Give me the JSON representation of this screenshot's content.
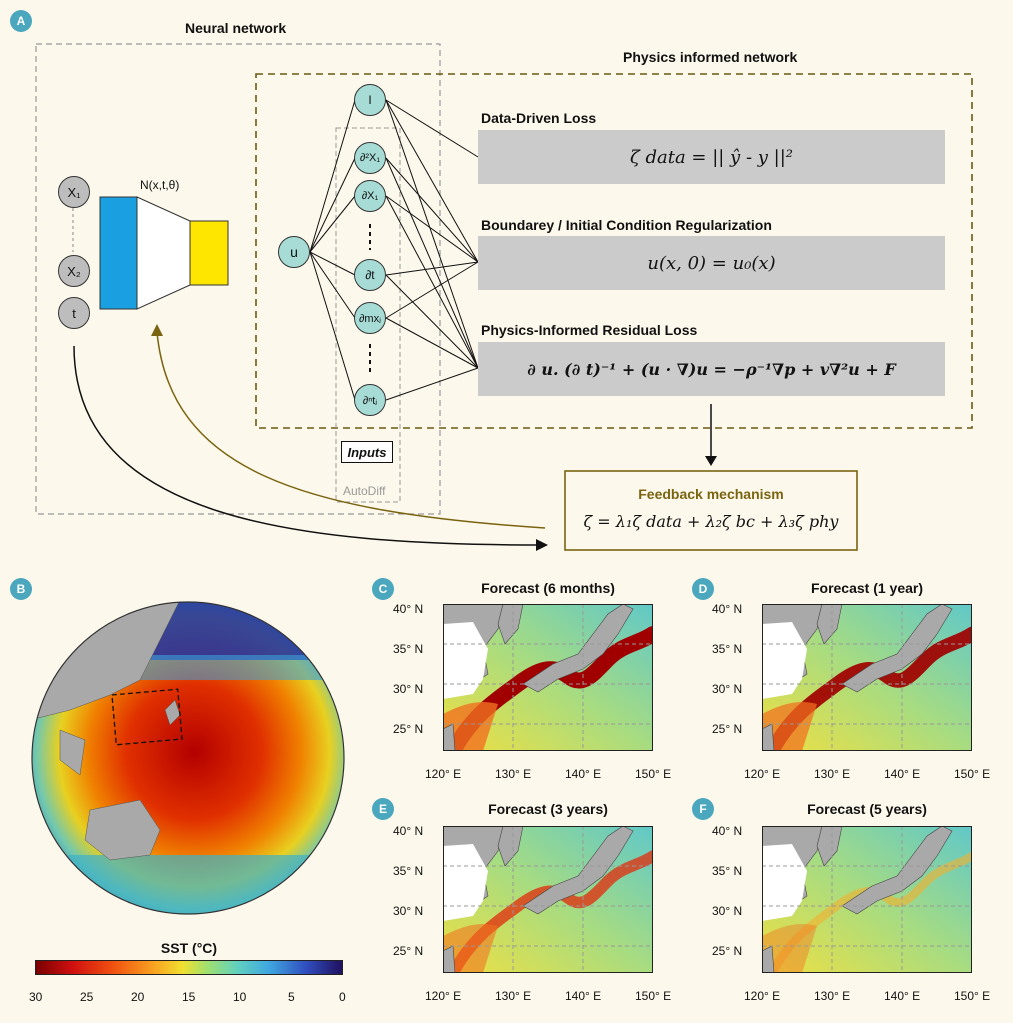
{
  "panel_labels": {
    "a": "A",
    "b": "B",
    "c": "C",
    "d": "D",
    "e": "E",
    "f": "F"
  },
  "neural_network": {
    "title": "Neural network",
    "inputs": [
      "X₁",
      "X₂",
      "t"
    ],
    "function_label": "N(x,t,θ)"
  },
  "physics_network": {
    "title": "Physics informed network",
    "center_node": "u",
    "nodes": [
      "I",
      "∂²X₁",
      "∂X₁",
      "∂t",
      "∂mxⱼ",
      "∂ⁿtⱼ"
    ],
    "inputs_label": "Inputs",
    "autodiff_label": "AutoDiff"
  },
  "losses": {
    "data_title": "Data-Driven Loss",
    "data_eq": "ζ data = || ŷ - y ||²",
    "bc_title": "Boundarey / Initial Condition Regularization",
    "bc_eq": "u(x, 0) = u₀(x)",
    "phys_title": "Physics-Informed Residual Loss",
    "phys_eq": "∂ u. (∂ t)⁻¹ + (u · ∇)u = −ρ⁻¹∇p + v∇²u + F"
  },
  "feedback": {
    "title": "Feedback mechanism",
    "eq": "ζ = λ₁ζ data + λ₂ζ bc + λ₃ζ phy"
  },
  "colorbar": {
    "title": "SST (°C)",
    "ticks": [
      "30",
      "25",
      "20",
      "15",
      "10",
      "5",
      "0"
    ]
  },
  "forecasts": [
    {
      "title": "Forecast (6 months)"
    },
    {
      "title": "Forecast (1 year)"
    },
    {
      "title": "Forecast (3 years)"
    },
    {
      "title": "Forecast (5 years)"
    }
  ],
  "axes": {
    "lat_ticks": [
      "40° N",
      "35° N",
      "30° N",
      "25° N"
    ],
    "lon_ticks": [
      "120° E",
      "130° E",
      "140° E",
      "150° E"
    ]
  }
}
